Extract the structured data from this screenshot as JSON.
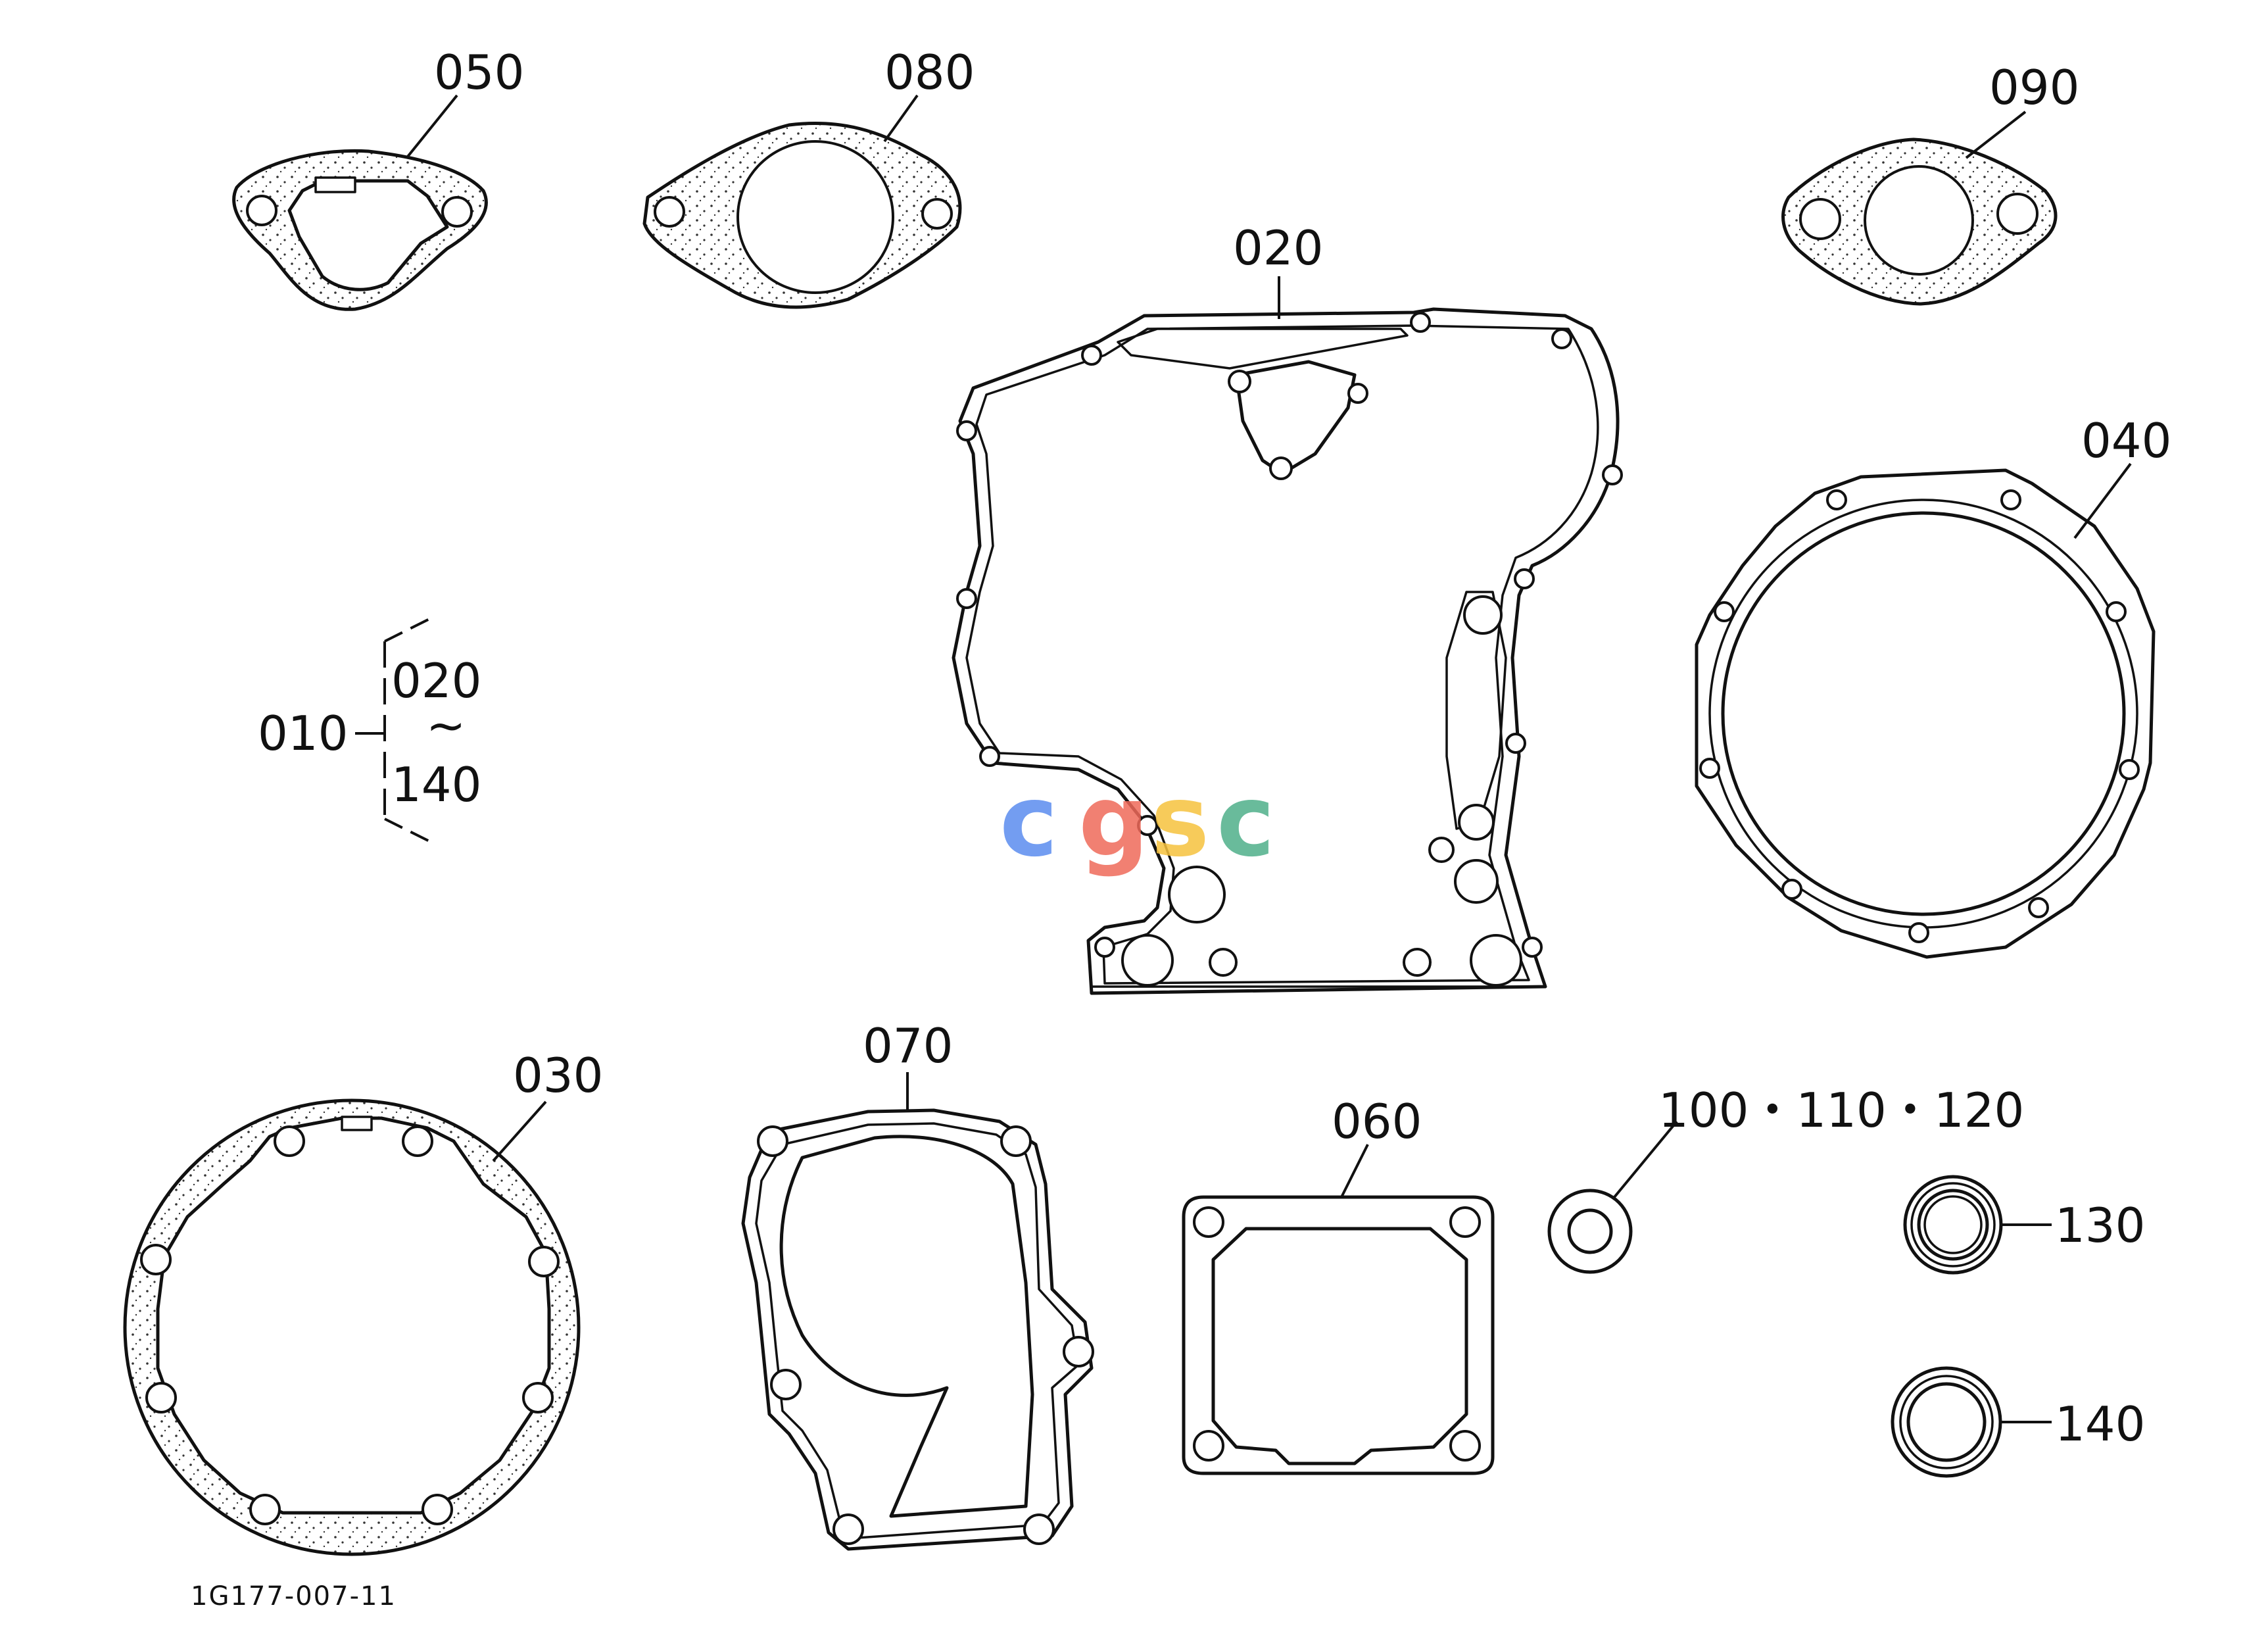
{
  "parts": [
    {
      "id": "p050",
      "label": "050"
    },
    {
      "id": "p080",
      "label": "080"
    },
    {
      "id": "p090",
      "label": "090"
    },
    {
      "id": "p020",
      "label": "020"
    },
    {
      "id": "p040",
      "label": "040"
    },
    {
      "id": "p030",
      "label": "030"
    },
    {
      "id": "p070",
      "label": "070"
    },
    {
      "id": "p060",
      "label": "060"
    },
    {
      "id": "p100",
      "label": "100・110・120"
    },
    {
      "id": "p130",
      "label": "130"
    },
    {
      "id": "p140",
      "label": "140"
    }
  ],
  "kit": {
    "label": "010",
    "from": "020",
    "tilde": "~",
    "to": "140"
  },
  "figure_code": "1G177-007-11",
  "watermark": {
    "letters": [
      "c",
      "g",
      "s",
      "c"
    ],
    "colors": [
      "#5b8def",
      "#ef6a5a",
      "#f6c23e",
      "#4fb08a"
    ]
  }
}
